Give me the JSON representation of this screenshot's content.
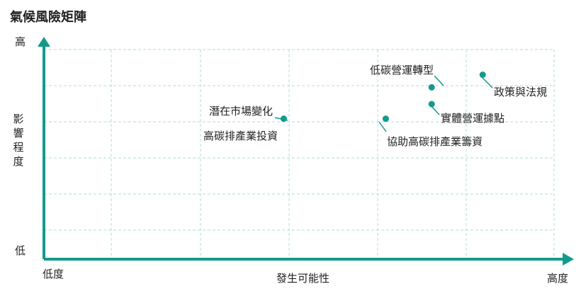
{
  "chart_data": {
    "type": "scatter",
    "title": "氣候風險矩陣",
    "xlabel": "發生可能性",
    "ylabel": "影響程度",
    "x_tick_low": "低度",
    "x_tick_high": "高度",
    "y_tick_high": "高",
    "y_tick_low": "低",
    "xlim": [
      0,
      10
    ],
    "ylim": [
      0,
      10
    ],
    "grid": true,
    "accent_color": "#139a8c",
    "points": [
      {
        "label": "潛在市場變化",
        "x": 4.7,
        "y": 6.7
      },
      {
        "label": "高碳排產業投資",
        "x": 4.7,
        "y": 6.7
      },
      {
        "label": "低碳營運轉型",
        "x": 7.6,
        "y": 8.2
      },
      {
        "label": "政策與法規",
        "x": 8.6,
        "y": 8.8
      },
      {
        "label": "實體營運據點",
        "x": 7.6,
        "y": 7.4
      },
      {
        "label": "協助高碳排產業籌資",
        "x": 6.7,
        "y": 6.7
      }
    ]
  }
}
